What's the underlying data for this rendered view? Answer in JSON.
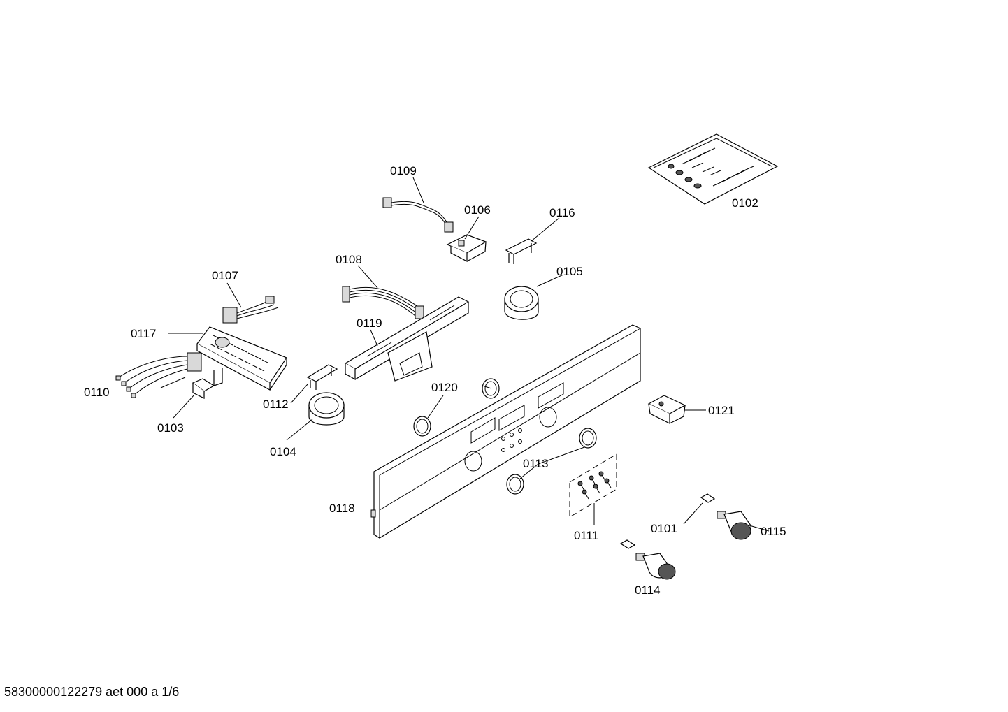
{
  "drawing": {
    "footer": "58300000122279 aet 000 a 1/6",
    "parts": [
      {
        "id": "p0101",
        "label": "0101"
      },
      {
        "id": "p0102",
        "label": "0102"
      },
      {
        "id": "p0103",
        "label": "0103"
      },
      {
        "id": "p0104",
        "label": "0104"
      },
      {
        "id": "p0105",
        "label": "0105"
      },
      {
        "id": "p0106",
        "label": "0106"
      },
      {
        "id": "p0107",
        "label": "0107"
      },
      {
        "id": "p0108",
        "label": "0108"
      },
      {
        "id": "p0109",
        "label": "0109"
      },
      {
        "id": "p0110",
        "label": "0110"
      },
      {
        "id": "p0111",
        "label": "0111"
      },
      {
        "id": "p0112",
        "label": "0112"
      },
      {
        "id": "p0113",
        "label": "0113"
      },
      {
        "id": "p0114",
        "label": "0114"
      },
      {
        "id": "p0115",
        "label": "0115"
      },
      {
        "id": "p0116",
        "label": "0116"
      },
      {
        "id": "p0117",
        "label": "0117"
      },
      {
        "id": "p0118",
        "label": "0118"
      },
      {
        "id": "p0119",
        "label": "0119"
      },
      {
        "id": "p0120",
        "label": "0120"
      },
      {
        "id": "p0121",
        "label": "0121"
      }
    ]
  }
}
